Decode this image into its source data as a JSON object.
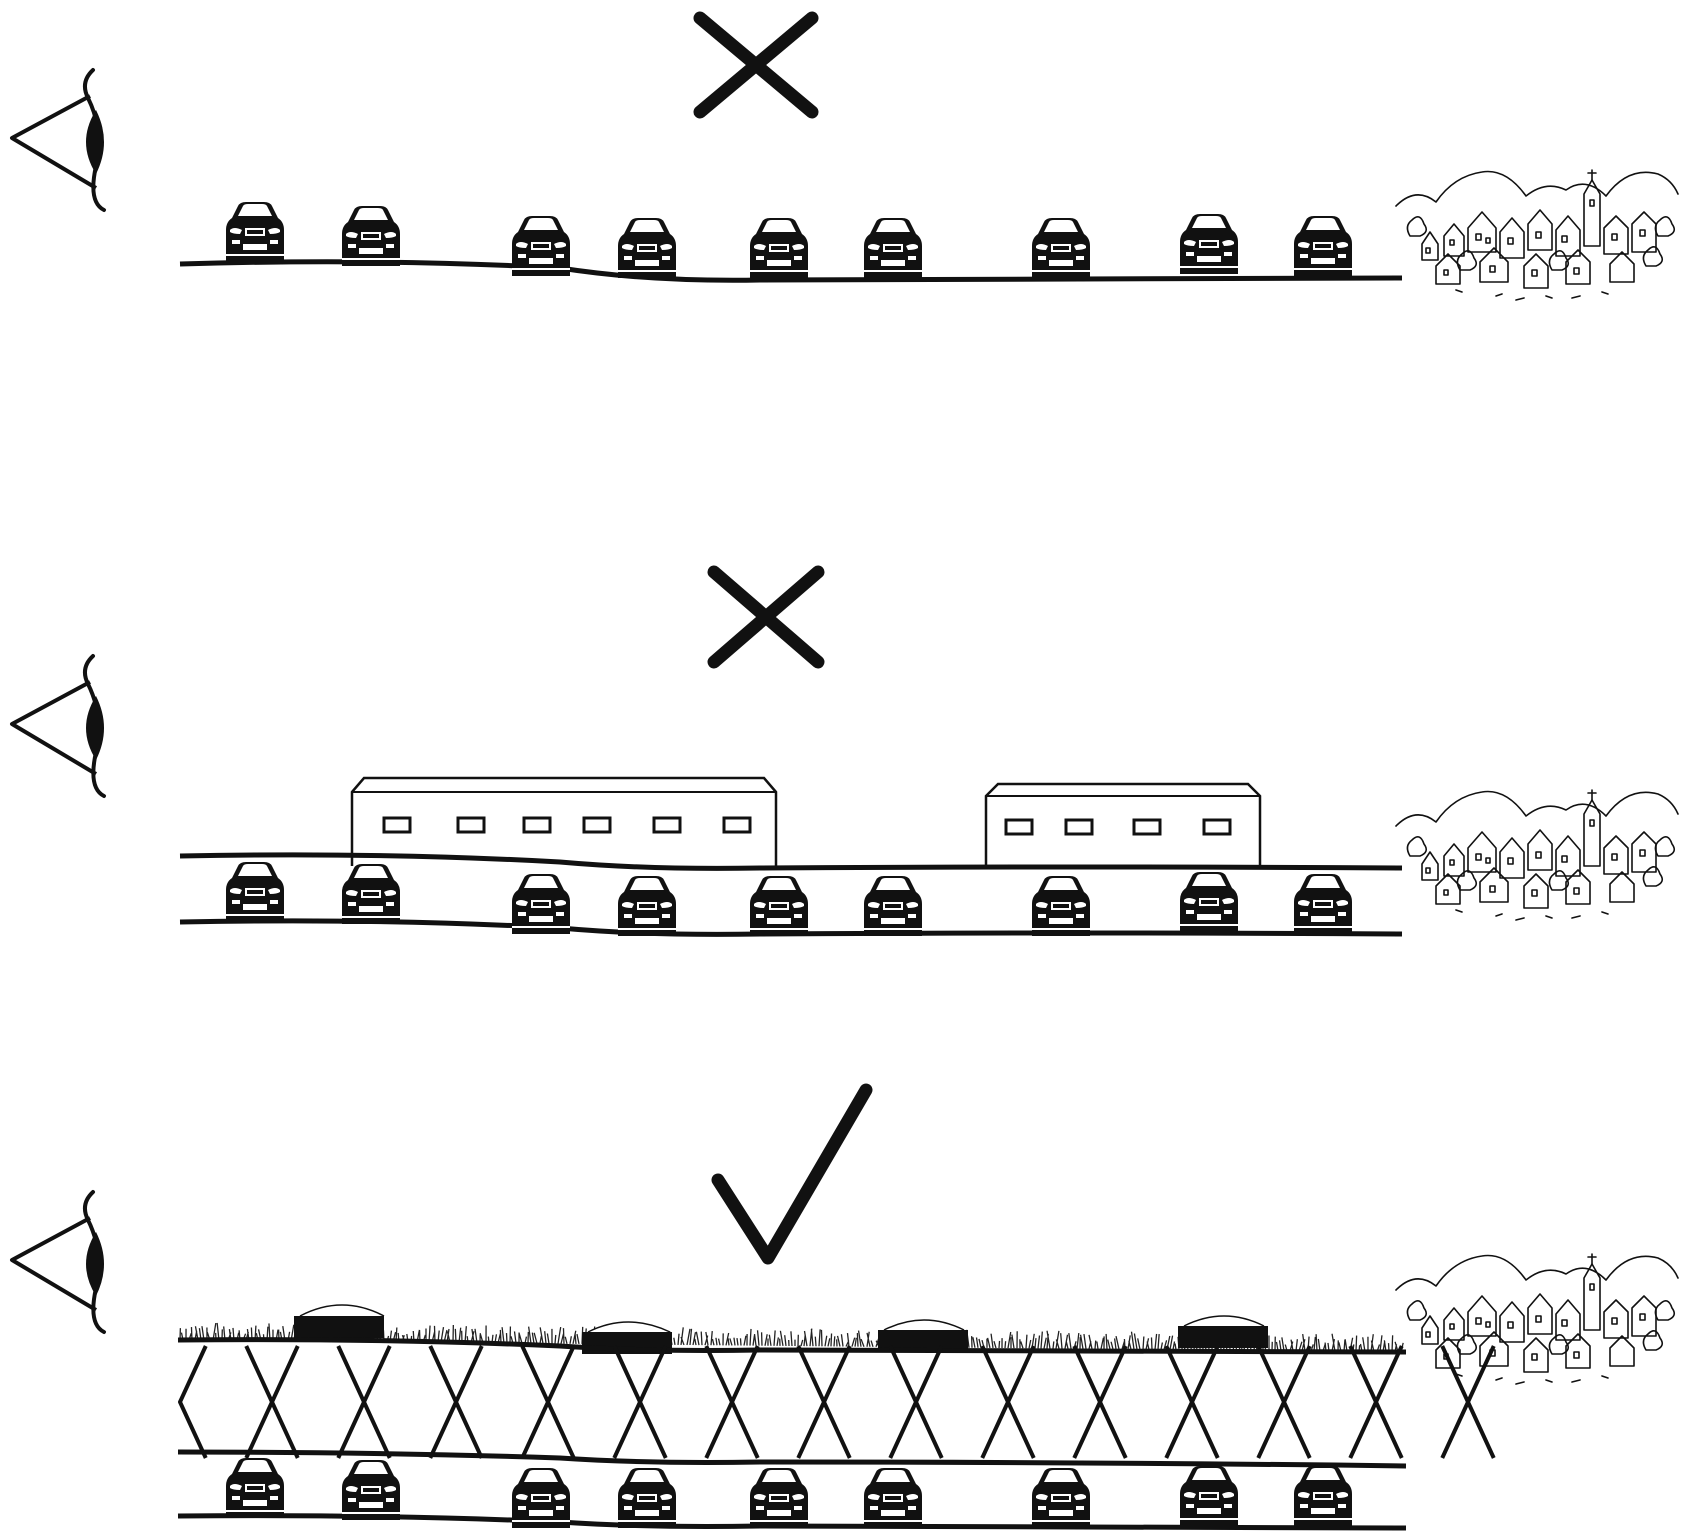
{
  "diagram": {
    "panels": [
      {
        "id": "surface-parking",
        "verdict": "cross",
        "viewer_icon": "eye-icon",
        "background_icon": "village-icon",
        "cars": 9,
        "structure": "none"
      },
      {
        "id": "covered-parking-with-buildings",
        "verdict": "cross",
        "viewer_icon": "eye-icon",
        "background_icon": "village-icon",
        "cars": 9,
        "structure": "buildings",
        "buildings": [
          {
            "windows": 6
          },
          {
            "windows": 4
          }
        ]
      },
      {
        "id": "green-roof-honeycomb-parking",
        "verdict": "check",
        "viewer_icon": "eye-icon",
        "background_icon": "village-icon",
        "cars": 9,
        "structure": "honeycomb-deck-with-grass-and-skylights",
        "skylights": 4
      }
    ],
    "colors": {
      "ink": "#111111",
      "paper": "#ffffff"
    }
  }
}
